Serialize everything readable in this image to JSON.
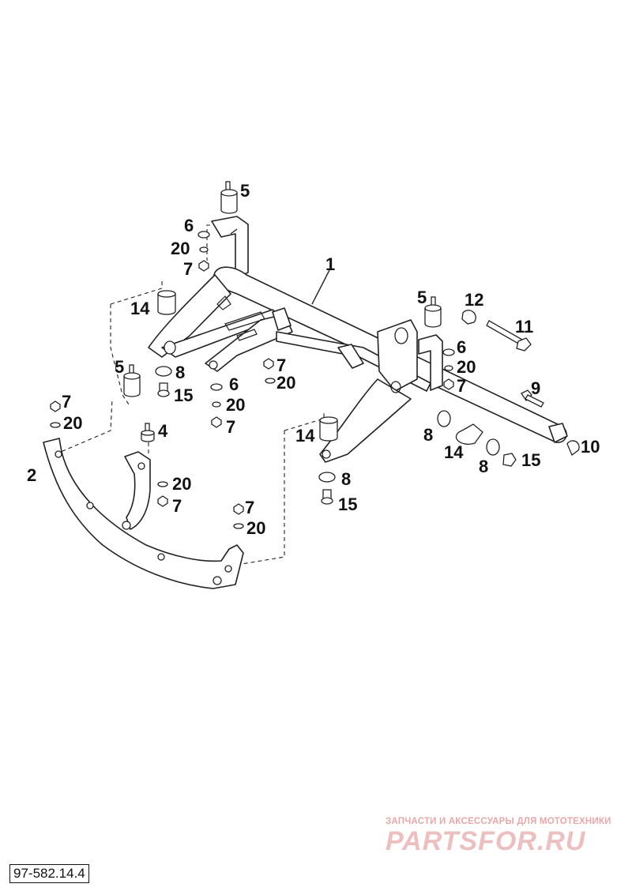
{
  "diagram": {
    "reference_code": "97-582.14.4",
    "watermark": {
      "tagline": "ЗАПЧАСТИ И АКСЕССУАРЫ ДЛЯ МОТОТЕХНИКИ",
      "brand": "PARTSFOR.RU"
    },
    "callouts": [
      {
        "id": "c1",
        "label": "1"
      },
      {
        "id": "c2",
        "label": "2"
      },
      {
        "id": "c4",
        "label": "4"
      },
      {
        "id": "c5a",
        "label": "5"
      },
      {
        "id": "c5b",
        "label": "5"
      },
      {
        "id": "c5c",
        "label": "5"
      },
      {
        "id": "c6a",
        "label": "6"
      },
      {
        "id": "c6b",
        "label": "6"
      },
      {
        "id": "c6c",
        "label": "6"
      },
      {
        "id": "c7a",
        "label": "7"
      },
      {
        "id": "c7b",
        "label": "7"
      },
      {
        "id": "c7c",
        "label": "7"
      },
      {
        "id": "c7d",
        "label": "7"
      },
      {
        "id": "c7e",
        "label": "7"
      },
      {
        "id": "c7f",
        "label": "7"
      },
      {
        "id": "c7g",
        "label": "7"
      },
      {
        "id": "c8a",
        "label": "8"
      },
      {
        "id": "c8b",
        "label": "8"
      },
      {
        "id": "c8c",
        "label": "8"
      },
      {
        "id": "c8d",
        "label": "8"
      },
      {
        "id": "c9",
        "label": "9"
      },
      {
        "id": "c10",
        "label": "10"
      },
      {
        "id": "c11",
        "label": "11"
      },
      {
        "id": "c12",
        "label": "12"
      },
      {
        "id": "c14a",
        "label": "14"
      },
      {
        "id": "c14b",
        "label": "14"
      },
      {
        "id": "c14c",
        "label": "14"
      },
      {
        "id": "c15a",
        "label": "15"
      },
      {
        "id": "c15b",
        "label": "15"
      },
      {
        "id": "c15c",
        "label": "15"
      },
      {
        "id": "c20a",
        "label": "20"
      },
      {
        "id": "c20b",
        "label": "20"
      },
      {
        "id": "c20c",
        "label": "20"
      },
      {
        "id": "c20d",
        "label": "20"
      },
      {
        "id": "c20e",
        "label": "20"
      },
      {
        "id": "c20f",
        "label": "20"
      },
      {
        "id": "c20g",
        "label": "20"
      }
    ]
  }
}
